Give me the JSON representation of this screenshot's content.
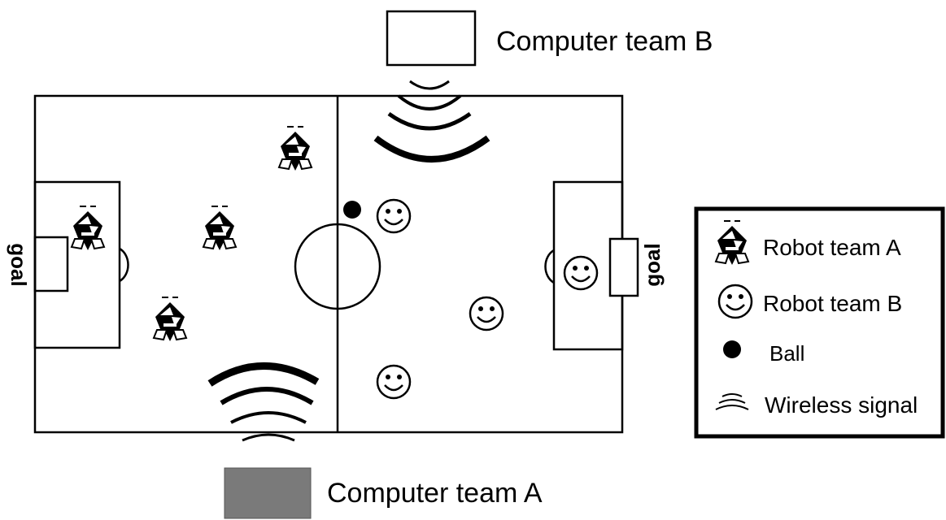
{
  "computers": {
    "team_b_label": "Computer team B",
    "team_a_label": "Computer team A",
    "team_a_color": "#7a7a7a",
    "team_b_color": "#ffffff"
  },
  "field": {
    "left_goal_label": "goal",
    "right_goal_label": "goal"
  },
  "legend": {
    "items": [
      {
        "icon": "robot-a-icon",
        "label": "Robot team A"
      },
      {
        "icon": "smiley-icon",
        "label": "Robot team B"
      },
      {
        "icon": "ball-icon",
        "label": "Ball"
      },
      {
        "icon": "wireless-icon",
        "label": "Wireless signal"
      }
    ]
  }
}
